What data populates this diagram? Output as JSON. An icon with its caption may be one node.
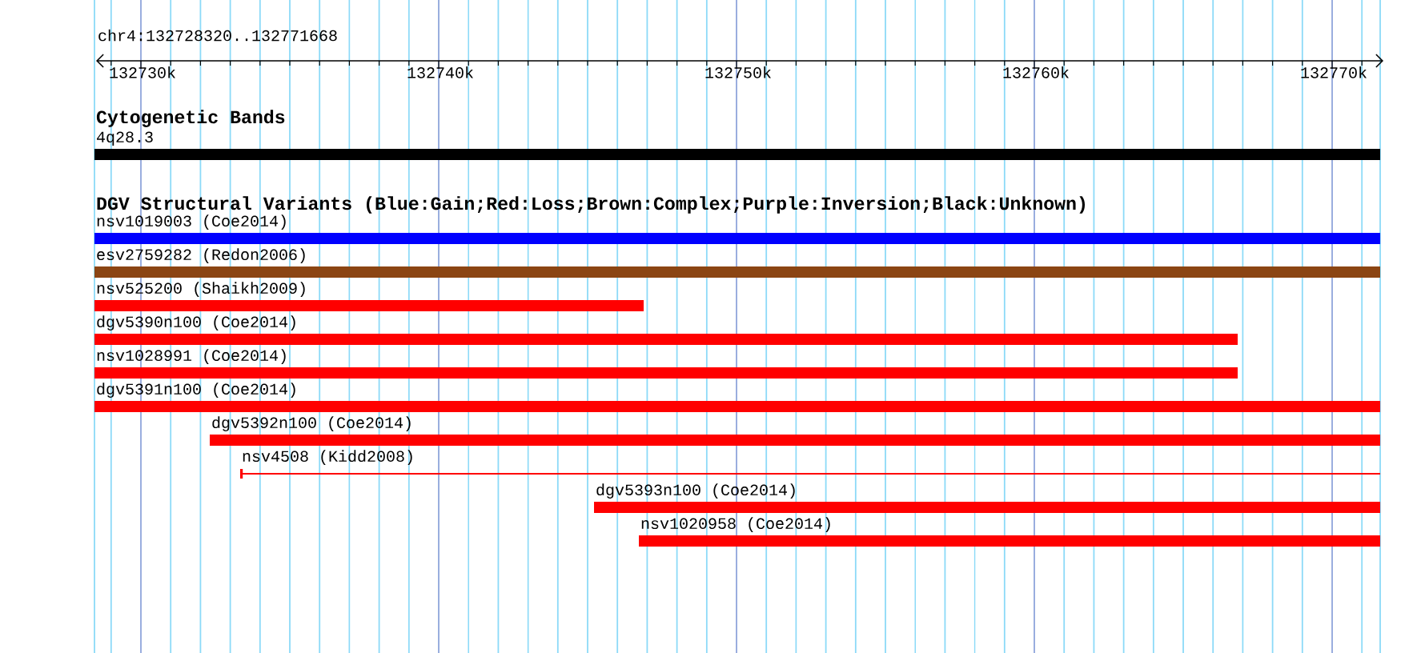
{
  "diagram": {
    "nodes": [
      {
        "text": [
          "4q28.3"
        ]
      },
      {
        "text": [
          "nsv1019003 (Coe2014)"
        ]
      },
      {
        "text": [
          "esv2759282 (Redon2006)"
        ]
      },
      {
        "text": [
          "nsv525200 (Shaikh2009)"
        ]
      },
      {
        "text": [
          "dgv5390n100 (Coe2014)"
        ]
      },
      {
        "text": [
          "nsv1028991 (Coe2014)"
        ]
      },
      {
        "text": [
          "dgv5391n100 (Coe2014)"
        ]
      },
      {
        "text": [
          "dgv5392n100 (Coe2014)"
        ]
      },
      {
        "text": [
          "nsv4508 (Kidd2008)"
        ]
      },
      {
        "text": [
          "dgv5393n100 (Coe2014)"
        ]
      },
      {
        "text": [
          "nsv1020958 (Coe2014)"
        ]
      }
    ],
    "labels": [
      "chr4:132728320..132771668",
      "132730k",
      "132740k",
      "132750k",
      "132760k",
      "132770k",
      "Cytogenetic Bands",
      "DGV Structural Variants (Blue:Gain;Red:Loss;Brown:Complex;Purple:Inversion;Black:Unknown)"
    ]
  }
}
